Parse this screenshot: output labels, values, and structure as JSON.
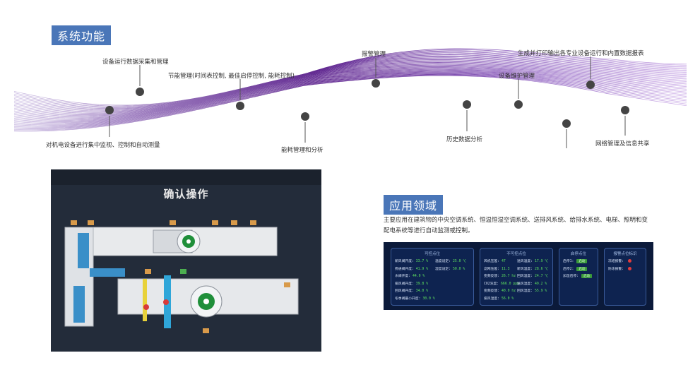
{
  "sections": {
    "system_title": "系统功能",
    "app_title": "应用领域"
  },
  "features": {
    "collect": "设备运行数据采集和管理",
    "energy_ctrl": "节能管理(时间表控制, 最佳启停控制, 能耗控制)",
    "alarm": "报警管理",
    "report": "生成并打印输出各专业设备运行和内置数据报表",
    "maintain": "设备维护管理",
    "monitor": "对机电设备进行集中监视、控制和自动测量",
    "energy_analysis": "能耗管理和分析",
    "history": "历史数据分析",
    "network": "网络管理及信息共享"
  },
  "panel": {
    "title": "确认操作"
  },
  "application": {
    "description": "主要应用在建筑物的中央空调系统、恒温恒湿空调系统、送排风系统、给排水系统、电梯、照明和变配电系统等进行自动监测或控制。"
  },
  "dashboard": {
    "box1": {
      "title": "可控点位",
      "rows": [
        {
          "label": "新风阀开度:",
          "value": "33.7 %",
          "label2": "温度设定:",
          "value2": "25.0 ℃"
        },
        {
          "label": "旁通阀开度:",
          "value": "41.9 %",
          "label2": "湿度设定:",
          "value2": "50.0 %"
        },
        {
          "label": "水阀开度:",
          "value": "44.0 %"
        },
        {
          "label": "排风阀开度:",
          "value": "39.8 %"
        },
        {
          "label": "回风阀开度:",
          "value": "34.0 %"
        },
        {
          "label": "冬季阀最小开度:",
          "value": "30.0 %"
        }
      ]
    },
    "box2": {
      "title": "不可控点位",
      "rows": [
        {
          "label": "风机压差:",
          "value": "47",
          "label2": "送风温度:",
          "value2": "17.9 ℃"
        },
        {
          "label": "滤网压差:",
          "value": "11.3",
          "label2": "新风温度:",
          "value2": "28.6 ℃"
        },
        {
          "label": "变频反馈:",
          "value": "26.7 hz",
          "label2": "回风温度:",
          "value2": "24.7 ℃"
        },
        {
          "label": "CO2浓度:",
          "value": "666.0 ppm",
          "label2": "送风湿度:",
          "value2": "49.2 %"
        },
        {
          "label": "变频反馈:",
          "value": "40.0 hz",
          "label2": "回风湿度:",
          "value2": "55.9 %"
        },
        {
          "label": "排风湿度:",
          "value": "56.0 %"
        }
      ]
    },
    "box3": {
      "title": "启停点位",
      "rows": [
        {
          "label": "启停1:",
          "value": "启动"
        },
        {
          "label": "启停2:",
          "value": "启动"
        },
        {
          "label": "加湿启停:",
          "value": "启动"
        }
      ]
    },
    "box4": {
      "title": "报警点位标识",
      "rows": [
        {
          "label": "冻结报警:"
        },
        {
          "label": "防冻报警:"
        }
      ]
    }
  },
  "colors": {
    "title_bg": "#4a76b8",
    "wave_start": "#b9a6d6",
    "wave_mid": "#5a1f8c",
    "dot": "#444444",
    "panel_bg": "#1f2733",
    "dash_bg": "#0b1a3a",
    "alarm": "#e23c3c",
    "ok": "#5fe35f"
  }
}
